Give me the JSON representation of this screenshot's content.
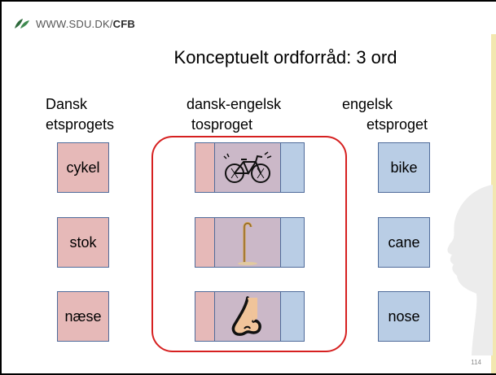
{
  "header": {
    "logo_host": "WWW.SDU.DK/",
    "logo_path": "CFB"
  },
  "title": "Konceptuelt ordforråd: 3 ord",
  "columns": {
    "danish": {
      "line1": "Dansk",
      "line2": "etsprogets"
    },
    "bilingual": {
      "line1": "dansk-engelsk",
      "line2": "tosproget"
    },
    "english": {
      "line1": "engelsk",
      "line2": "etsproget"
    }
  },
  "danish_words": [
    "cykel",
    "stok",
    "næse"
  ],
  "english_words": [
    "bike",
    "cane",
    "nose"
  ],
  "concepts": [
    {
      "icon": "bicycle-icon"
    },
    {
      "icon": "walking-cane-icon"
    },
    {
      "icon": "nose-icon"
    }
  ],
  "colors": {
    "danish": "#e6b9b8",
    "english": "#b9cde5",
    "shared": "#cbb8c8",
    "frame": "#d62020"
  },
  "page_number": "114"
}
